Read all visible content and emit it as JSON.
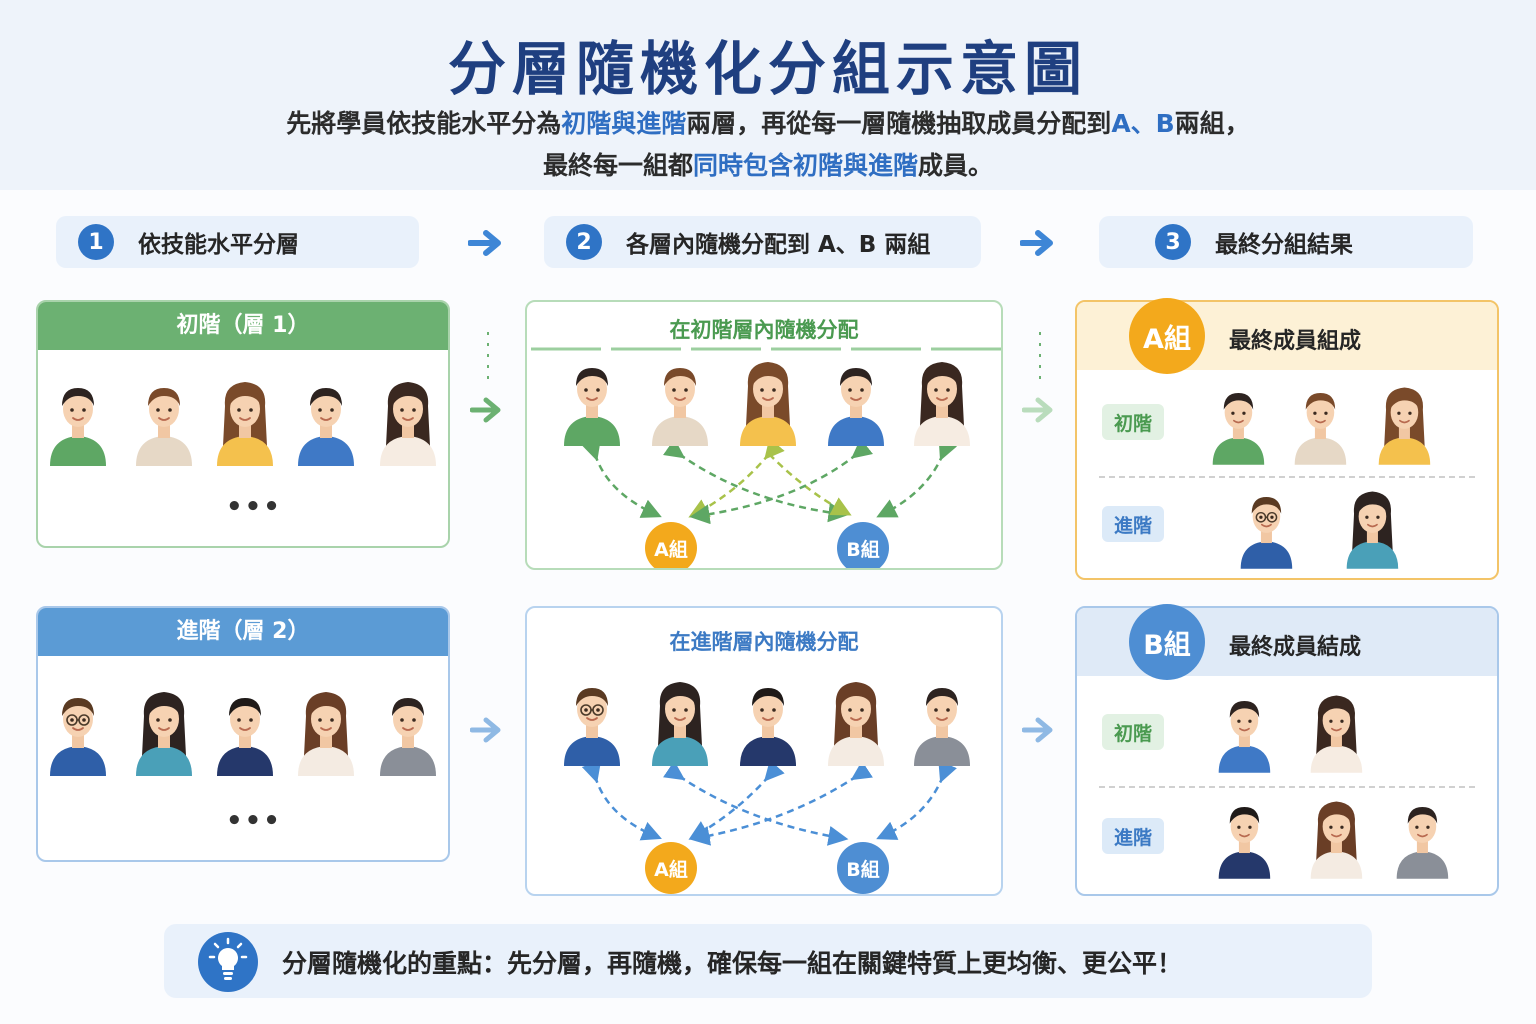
{
  "title": "分層隨機化分組示意圖",
  "subtitle": {
    "line1_a": "先將學員依技能水平分為",
    "line1_hl1": "初階與進階",
    "line1_b": "兩層，再從每一層隨機抽取成員分配到",
    "line1_hl2": "A、B",
    "line1_c": "兩組，",
    "line2_a": "最終每一組都",
    "line2_hl": "同時包含初階與進階",
    "line2_b": "成員。"
  },
  "steps": [
    {
      "num": "1",
      "label": "依技能水平分層"
    },
    {
      "num": "2",
      "label": "各層內隨機分配到 A、B 兩組"
    },
    {
      "num": "3",
      "label": "最終分組結果"
    }
  ],
  "stratum1": {
    "title": "初階（層 1）",
    "more": "•••"
  },
  "stratum2": {
    "title": "進階（層 2）",
    "more": "•••"
  },
  "mid1": {
    "title": "在初階層內隨機分配",
    "groupA": "A組",
    "groupB": "B組"
  },
  "mid2": {
    "title": "在進階層內隨機分配",
    "groupA": "A組",
    "groupB": "B組"
  },
  "resultA": {
    "badge": "A組",
    "title": "最終成員組成",
    "tier1": "初階",
    "tier2": "進階"
  },
  "resultB": {
    "badge": "B組",
    "title": "最終成員結成",
    "tier1": "初階",
    "tier2": "進階"
  },
  "note": {
    "text": "分層隨機化的重點：先分層，再隨機，確保每一組在關鍵特質上更均衡、更公平！",
    "icon": "lightbulb-icon"
  },
  "colors": {
    "green": "#6cb172",
    "blue": "#5b9bd5",
    "orange": "#f3a91c",
    "navy": "#1f3f80",
    "accent": "#2f74c6"
  }
}
